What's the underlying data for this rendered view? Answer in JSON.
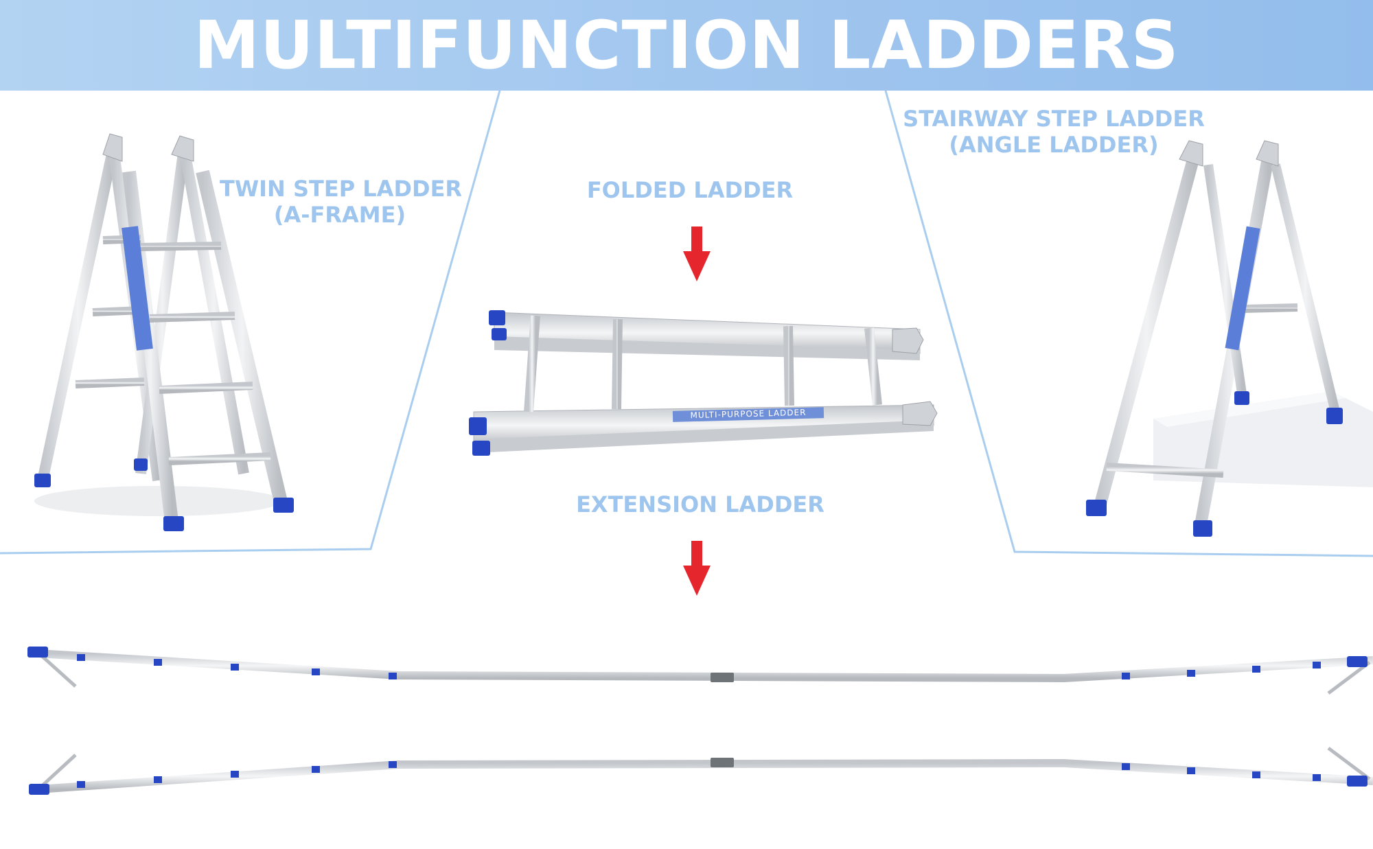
{
  "banner": {
    "title": "MULTIFUNCTION LADDERS",
    "color": "#a2c7ef"
  },
  "labels": {
    "twin_step_line1": "TWIN STEP LADDER",
    "twin_step_line2": "(A-FRAME)",
    "folded": "FOLDED LADDER",
    "stairway_line1": "STAIRWAY STEP LADDER",
    "stairway_line2": "(ANGLE LADDER)",
    "extension": "EXTENSION LADDER",
    "side_print": "MULTI-PURPOSE LADDER"
  },
  "colors": {
    "label": "#9dc5ee",
    "divider": "#a9cdef",
    "arrow": "#e5262d",
    "aluminum": "#d9dcdf",
    "foot": "#2746c4"
  },
  "icons": [
    "arrow-down-icon",
    "arrow-down-icon"
  ]
}
